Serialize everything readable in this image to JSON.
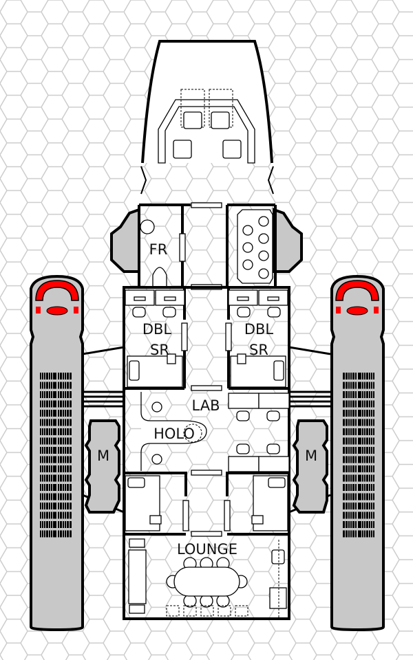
{
  "title": "Starship deck plan",
  "colors": {
    "hull_fill": "#c8c8c8",
    "accent_red": "#ff0000",
    "grid": "#cccccc",
    "wall": "#000000"
  },
  "rooms": {
    "fresher": "FR",
    "stateroom_left_line1": "DBL",
    "stateroom_left_line2": "SR",
    "stateroom_right_line1": "DBL",
    "stateroom_right_line2": "SR",
    "lab": "LAB",
    "holo": "HOLO",
    "lounge": "LOUNGE"
  },
  "modules": {
    "left": "M",
    "right": "M"
  }
}
